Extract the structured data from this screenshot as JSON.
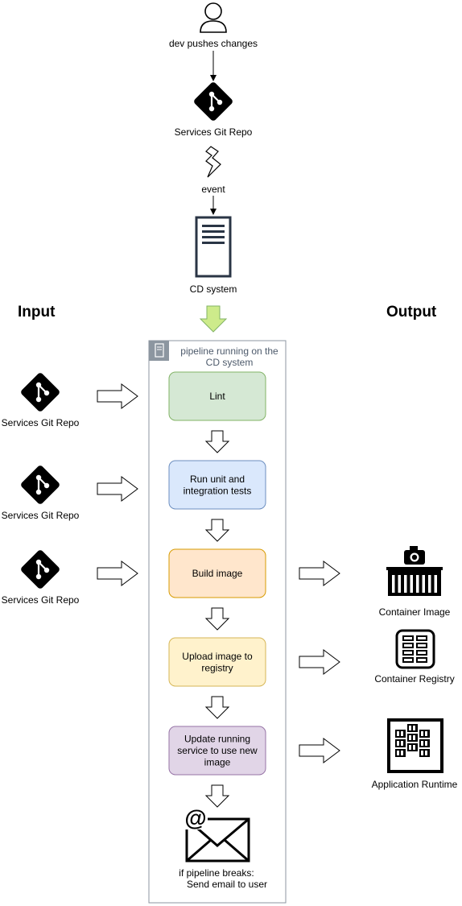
{
  "top_flow": {
    "dev_label": "dev pushes changes",
    "repo_label": "Services Git Repo",
    "event_label": "event",
    "cd_label": "CD system"
  },
  "headings": {
    "input": "Input",
    "output": "Output"
  },
  "pipeline": {
    "title_line1": "pipeline running on the",
    "title_line2": "CD system",
    "steps": [
      {
        "lines": [
          "Lint"
        ],
        "fill": "#d5e8d4",
        "stroke": "#82b366"
      },
      {
        "lines": [
          "Run unit and",
          "integration tests"
        ],
        "fill": "#dae8fc",
        "stroke": "#6c8ebf"
      },
      {
        "lines": [
          "Build image"
        ],
        "fill": "#ffe6cc",
        "stroke": "#d79b00"
      },
      {
        "lines": [
          "Upload image to",
          "registry"
        ],
        "fill": "#fff2cc",
        "stroke": "#d6b656"
      },
      {
        "lines": [
          "Update running",
          "service to use new",
          "image"
        ],
        "fill": "#e1d5e7",
        "stroke": "#9673a6"
      }
    ],
    "email_line1": "if pipeline breaks:",
    "email_line2": "Send email to user"
  },
  "inputs": [
    {
      "label": "Services Git Repo",
      "icon": "git-icon"
    },
    {
      "label": "Services Git Repo",
      "icon": "git-icon"
    },
    {
      "label": "Services Git Repo",
      "icon": "git-icon"
    }
  ],
  "outputs": [
    {
      "label": "Container Image",
      "icon": "container-image-icon"
    },
    {
      "label": "Container Registry",
      "icon": "container-registry-icon"
    },
    {
      "label": "Application Runtime",
      "icon": "application-runtime-icon"
    }
  ],
  "colors": {
    "event_arrow_fill": "#cdeb8b",
    "event_arrow_stroke": "#82b366",
    "pipeline_border": "#8c96a0",
    "pipeline_icon_bg": "#8c96a0"
  }
}
